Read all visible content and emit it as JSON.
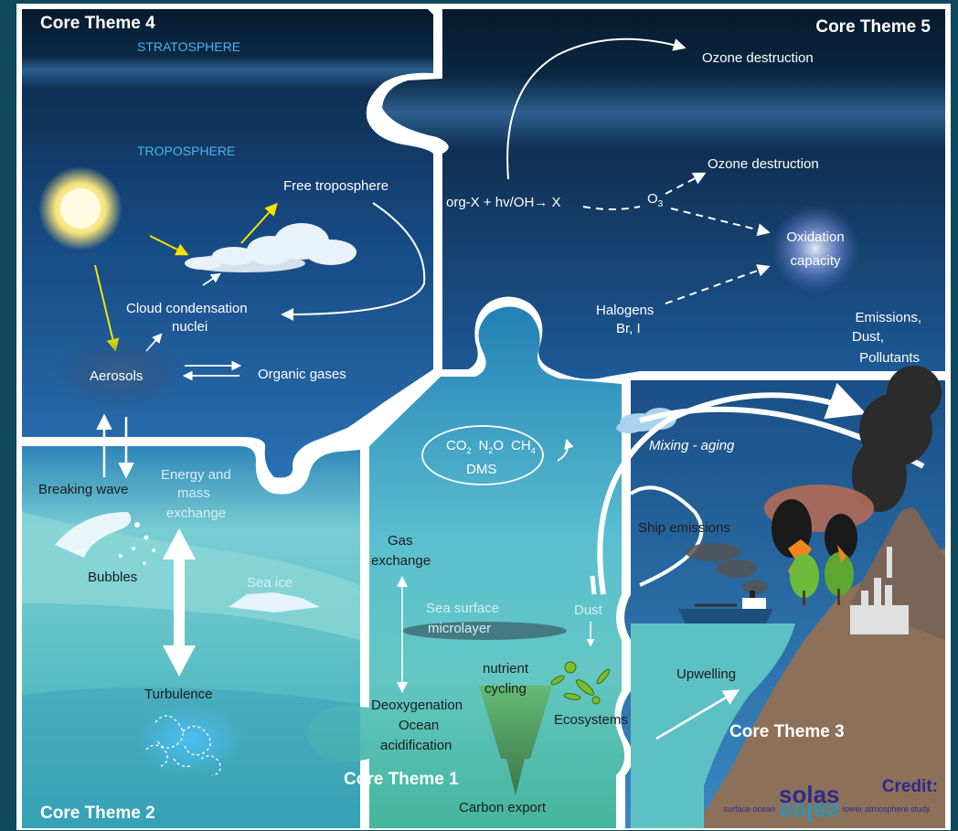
{
  "themes": {
    "ct4": "Core Theme 4",
    "ct5": "Core Theme 5",
    "ct2": "Core Theme 2",
    "ct1": "Core Theme 1",
    "ct3": "Core Theme 3"
  },
  "layers": {
    "stratosphere": "STRATOSPHERE",
    "troposphere": "TROPOSPHERE"
  },
  "labels": {
    "free_troposphere": "Free troposphere",
    "ccn_1": "Cloud condensation",
    "ccn_2": "nuclei",
    "aerosols": "Aerosols",
    "organic_gases": "Organic gases",
    "breaking_wave": "Breaking wave",
    "energy_1": "Energy and",
    "energy_2": "mass",
    "energy_3": "exchange",
    "bubbles": "Bubbles",
    "sea_ice": "Sea ice",
    "turbulence": "Turbulence",
    "ozone_top": "Ozone destruction",
    "ozone_mid": "Ozone destruction",
    "reaction": "org-X + hv/OH→ X",
    "o3": "O",
    "o3_sub": "3",
    "oxidation_1": "Oxidation",
    "oxidation_2": "capacity",
    "halogens_1": "Halogens",
    "halogens_2": "Br, I",
    "emissions_1": "Emissions,",
    "emissions_2": "Dust,",
    "emissions_3": "Pollutants",
    "gases_co2": "CO",
    "gases_co2_sub": "2",
    "gases_n2o_a": "N",
    "gases_n2o_sub": "2",
    "gases_n2o_b": "O",
    "gases_ch4": "CH",
    "gases_ch4_sub": "4",
    "dms": "DMS",
    "mixing": "Mixing - aging",
    "ship": "Ship emissions",
    "gas_exchange_1": "Gas",
    "gas_exchange_2": "exchange",
    "microlayer_1": "Sea surface",
    "microlayer_2": "microlayer",
    "dust": "Dust",
    "nutrient_1": "nutrient",
    "nutrient_2": "cycling",
    "deox_1": "Deoxygenation",
    "deox_2": "Ocean",
    "deox_3": "acidification",
    "ecosystems": "Ecosystems",
    "upwelling": "Upwelling",
    "carbon_export": "Carbon export"
  },
  "credit": {
    "title": "Credit:",
    "logo": "solas",
    "left": "surface ocean",
    "right": "lower atmosphere study"
  },
  "colors": {
    "sun_arrow": "#f2e400",
    "arrow": "#ffffff",
    "sky_top": "#071d31",
    "sky_mid": "#1c4f86",
    "sea": "#57c3c8",
    "land": "#8d705a"
  }
}
